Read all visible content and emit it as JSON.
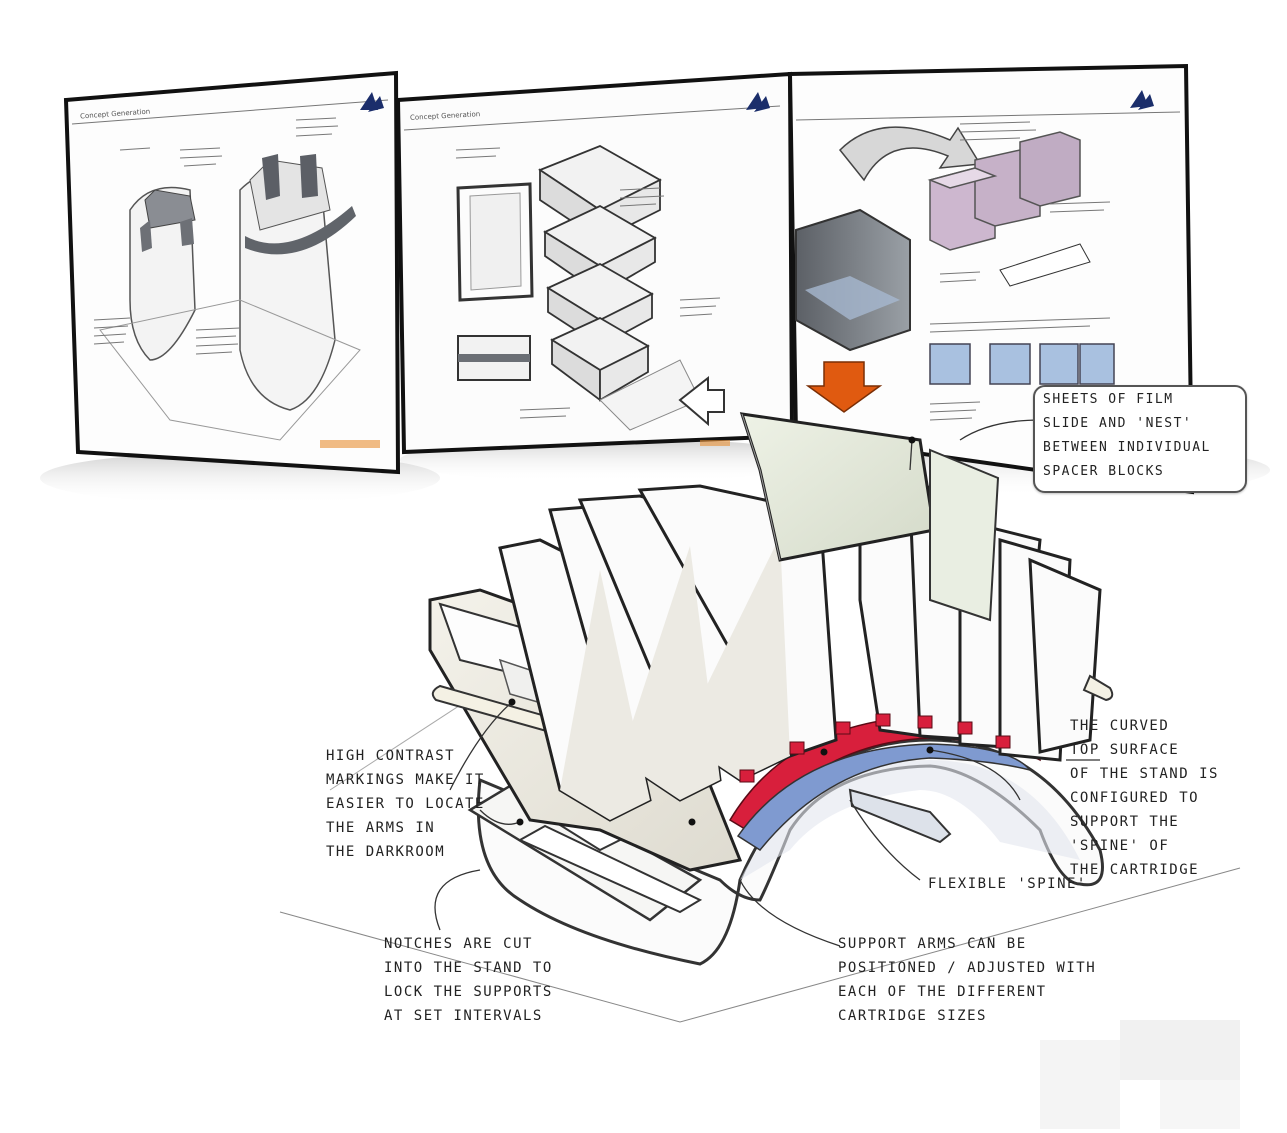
{
  "panel_header_1": "Concept Generation",
  "panel_header_2": "Concept Generation",
  "callout": {
    "lines": [
      "SHEETS OF FILM",
      "SLIDE AND 'NEST'",
      "BETWEEN INDIVIDUAL",
      "SPACER BLOCKS"
    ]
  },
  "annotations": {
    "high_contrast": [
      "HIGH CONTRAST",
      "MARKINGS MAKE IT",
      "EASIER TO LOCATE",
      "THE ARMS IN",
      "THE DARKROOM"
    ],
    "curved_surface": [
      "THE CURVED",
      "TOP SURFACE",
      "OF THE STAND IS",
      "CONFIGURED TO",
      "SUPPORT THE",
      "'SPINE' OF",
      "THE CARTRIDGE"
    ],
    "flexible_spine": [
      "FLEXIBLE 'SPINE'"
    ],
    "notches": [
      "NOTCHES ARE CUT",
      "INTO THE STAND TO",
      "LOCK THE SUPPORTS",
      "AT SET INTERVALS"
    ],
    "support_arms": [
      "SUPPORT ARMS CAN BE",
      "POSITIONED / ADJUSTED WITH",
      "EACH OF THE DIFFERENT",
      "CARTRIDGE SIZES"
    ]
  },
  "colors": {
    "accent_red": "#d81f3c",
    "arrow_orange": "#e05a10",
    "spine_blue": "#7f9ad0",
    "cartridge_purple": "#cdb7cf"
  }
}
